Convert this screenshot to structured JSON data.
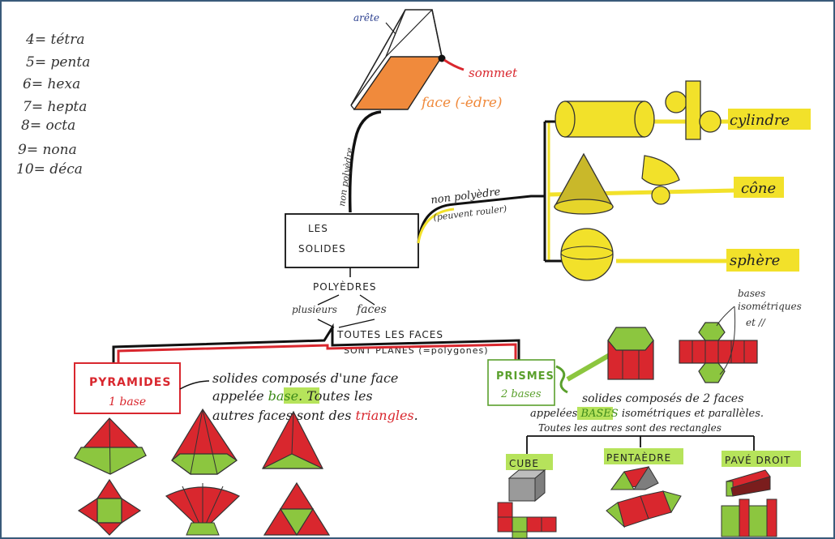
{
  "prefixes": [
    {
      "n": "4",
      "name": "tétra"
    },
    {
      "n": "5",
      "name": "penta"
    },
    {
      "n": "6",
      "name": "hexa"
    },
    {
      "n": "7",
      "name": "hepta"
    },
    {
      "n": "8",
      "name": "octa"
    },
    {
      "n": "9",
      "name": "nona"
    },
    {
      "n": "10",
      "name": "déca"
    }
  ],
  "prism_top": {
    "arete": "arête",
    "sommet": "sommet",
    "face": "face (-èdre)",
    "branch": "non polyèdre"
  },
  "center": {
    "line1": "LES",
    "line2": "SOLIDES"
  },
  "non_polyedre": {
    "label": "non polyèdre",
    "sub": "(peuvent rouler)"
  },
  "round_solids": [
    "cylindre",
    "cône",
    "sphère"
  ],
  "polyedres": {
    "title": "POLYÈDRES",
    "left": "plusieurs",
    "right": "faces",
    "line1": "TOUTES LES FACES",
    "line2": "SONT PLANES (=polygones)"
  },
  "pyramides": {
    "title": "PYRAMIDES",
    "sub": "1 base",
    "desc1_a": "solides composés d'une face",
    "desc2_a": "appelée ",
    "desc2_b": "base",
    "desc2_c": ". Toutes les",
    "desc3_a": "autres faces sont des ",
    "desc3_b": "triangles",
    "desc3_c": "."
  },
  "prismes": {
    "title": "PRISMES",
    "sub": "2 bases",
    "desc1": "solides composés de 2 faces",
    "desc2_a": "appelées ",
    "desc2_b": "BASES",
    "desc2_c": " isométriques et parallèles.",
    "desc3": "Toutes les autres sont des rectangles",
    "bases_note1": "bases",
    "bases_note2": "isométriques",
    "bases_note3": "et //",
    "kinds": [
      "CUBE",
      "PENTAÈDRE",
      "PAVÉ DROIT"
    ]
  },
  "colors": {
    "red": "#d9272e",
    "green": "#8cc63f",
    "yellow": "#f2e12a",
    "orange": "#f08a3c",
    "blue": "#2b3f8f",
    "frame": "#3a5a7a"
  }
}
